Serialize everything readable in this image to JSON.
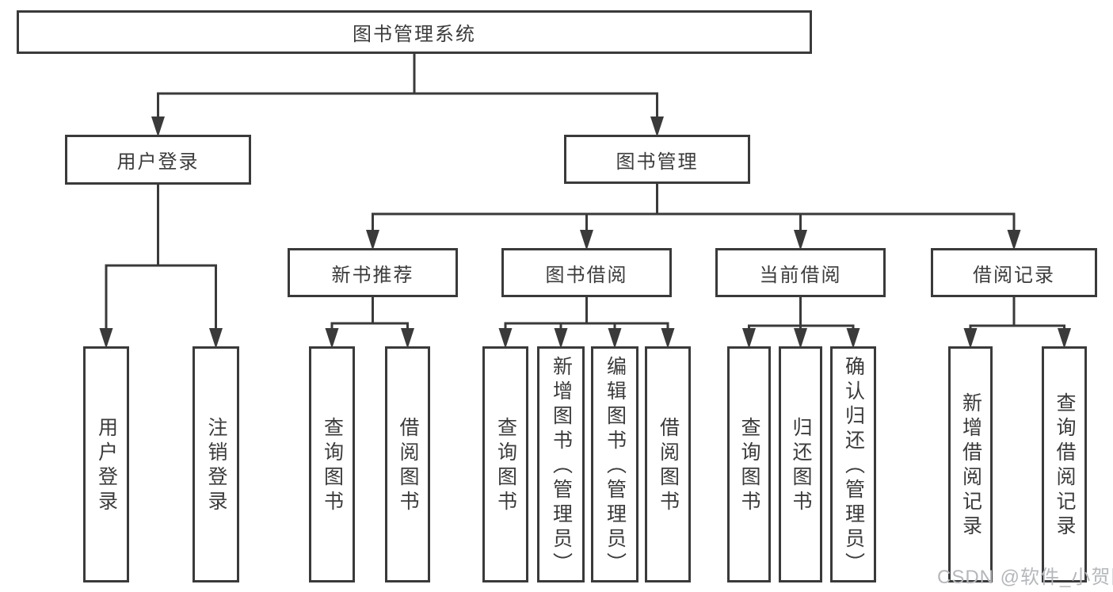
{
  "diagram": {
    "title": "图书管理系统",
    "type": "hierarchy-function-structure",
    "nodes": [
      {
        "id": "root",
        "label": "图书管理系统",
        "parent": null,
        "orientation": "horizontal"
      },
      {
        "id": "user-login",
        "label": "用户登录",
        "parent": "root",
        "orientation": "horizontal"
      },
      {
        "id": "book-mgmt",
        "label": "图书管理",
        "parent": "root",
        "orientation": "horizontal"
      },
      {
        "id": "new-book-rec",
        "label": "新书推荐",
        "parent": "book-mgmt",
        "orientation": "horizontal"
      },
      {
        "id": "book-borrow",
        "label": "图书借阅",
        "parent": "book-mgmt",
        "orientation": "horizontal"
      },
      {
        "id": "current-borrow",
        "label": "当前借阅",
        "parent": "book-mgmt",
        "orientation": "horizontal"
      },
      {
        "id": "borrow-records",
        "label": "借阅记录",
        "parent": "book-mgmt",
        "orientation": "horizontal"
      },
      {
        "id": "leaf-user-login",
        "label": "用户登录",
        "parent": "user-login",
        "orientation": "vertical"
      },
      {
        "id": "leaf-logout",
        "label": "注销登录",
        "parent": "user-login",
        "orientation": "vertical"
      },
      {
        "id": "leaf-query-book-rec",
        "label": "查询图书",
        "parent": "new-book-rec",
        "orientation": "vertical"
      },
      {
        "id": "leaf-borrow-book-rec",
        "label": "借阅图书",
        "parent": "new-book-rec",
        "orientation": "vertical"
      },
      {
        "id": "leaf-query-book-borrow",
        "label": "查询图书",
        "parent": "book-borrow",
        "orientation": "vertical"
      },
      {
        "id": "leaf-add-book-admin",
        "label": "新增图书（管理员）",
        "parent": "book-borrow",
        "orientation": "vertical"
      },
      {
        "id": "leaf-edit-book-admin",
        "label": "编辑图书（管理员）",
        "parent": "book-borrow",
        "orientation": "vertical"
      },
      {
        "id": "leaf-borrow-book-borrow",
        "label": "借阅图书",
        "parent": "book-borrow",
        "orientation": "vertical"
      },
      {
        "id": "leaf-query-book-current",
        "label": "查询图书",
        "parent": "current-borrow",
        "orientation": "vertical"
      },
      {
        "id": "leaf-return-book",
        "label": "归还图书",
        "parent": "current-borrow",
        "orientation": "vertical"
      },
      {
        "id": "leaf-confirm-return-admin",
        "label": "确认归还（管理员）",
        "parent": "current-borrow",
        "orientation": "vertical"
      },
      {
        "id": "leaf-add-borrow-record",
        "label": "新增借阅记录",
        "parent": "borrow-records",
        "orientation": "vertical"
      },
      {
        "id": "leaf-query-borrow-record",
        "label": "查询借阅记录",
        "parent": "borrow-records",
        "orientation": "vertical"
      }
    ]
  },
  "watermark": {
    "text": "CSDN @软件_小贺同学"
  },
  "colors": {
    "line": "#3a3a3a",
    "box_border": "#3a3a3a",
    "text": "#3b3b3b",
    "background": "#ffffff",
    "watermark": "#b4b7bb"
  }
}
